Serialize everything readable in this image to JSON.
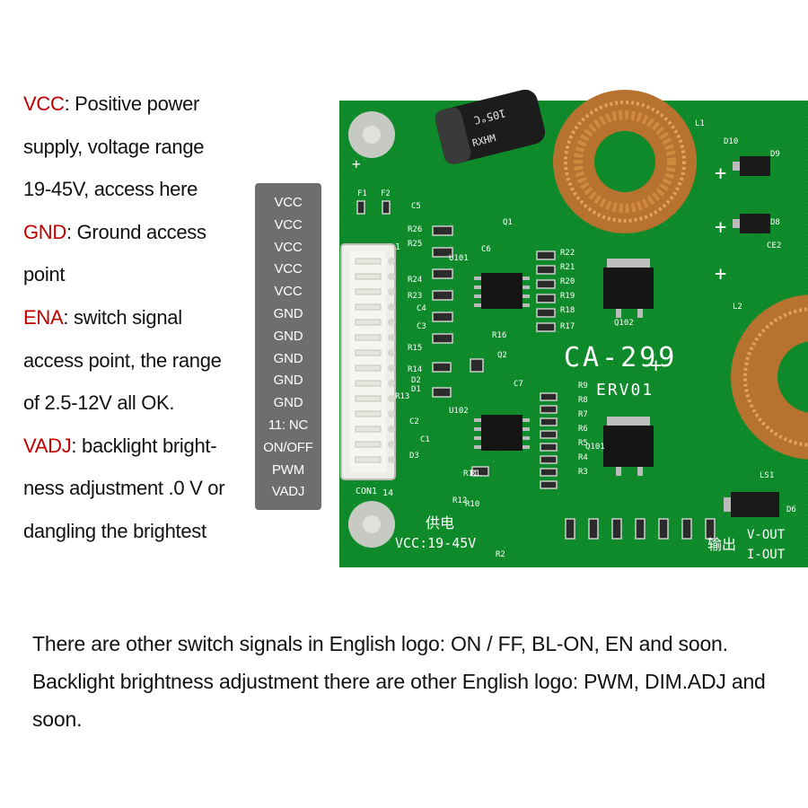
{
  "left_notes": {
    "lines": [
      {
        "term": "VCC",
        "text": ":  Positive power"
      },
      {
        "term": "",
        "text": "supply, voltage range"
      },
      {
        "term": "",
        "text": "19-45V, access here"
      },
      {
        "term": "GND",
        "text": ": Ground access"
      },
      {
        "term": "",
        "text": "point"
      },
      {
        "term": "ENA",
        "text": ":  switch signal"
      },
      {
        "term": "",
        "text": "access point, the range"
      },
      {
        "term": "",
        "text": "of 2.5-12V all OK."
      },
      {
        "term": "VADJ",
        "text": ":  backlight bright-"
      },
      {
        "term": "",
        "text": "ness adjustment .0 V or"
      },
      {
        "term": "",
        "text": "dangling the brightest"
      }
    ],
    "term_color": "#c00000"
  },
  "pinout": {
    "pins": [
      "VCC",
      "VCC",
      "VCC",
      "VCC",
      "VCC",
      "GND",
      "GND",
      "GND",
      "GND",
      "GND",
      "11:  NC",
      "ON/OFF",
      "PWM",
      "VADJ"
    ]
  },
  "board": {
    "model": "CA-299",
    "revision": "ERV01",
    "supply_cn": "供电",
    "supply_label": "VCC:19-45V",
    "output_cn": "输出",
    "v_out": "V-OUT",
    "i_out": "I-OUT",
    "connector": "CON1",
    "pin1": "1",
    "pin14": "14",
    "cap_rating": "105°C",
    "cap_brand": "RXHM",
    "refs": [
      "F1",
      "F2",
      "C5",
      "C6",
      "C7",
      "R15",
      "R14",
      "R16",
      "R12",
      "R10",
      "R11",
      "R22",
      "R21",
      "R20",
      "R19",
      "R18",
      "R17",
      "Q1",
      "Q2",
      "Q101",
      "Q102",
      "U101",
      "U102",
      "D8",
      "D9",
      "D10",
      "D6",
      "L1",
      "L2",
      "CE2",
      "LS1",
      "R26",
      "R25",
      "R24",
      "R23",
      "R13",
      "C4",
      "C3",
      "C1",
      "C2",
      "D1",
      "D2",
      "D3",
      "R9",
      "R8",
      "R7",
      "R6",
      "R5",
      "R4",
      "R3",
      "R2",
      "R1"
    ],
    "plus_sign": "+",
    "colors": {
      "pcb": "#0e8a2a",
      "silk": "#ffffff",
      "copper": "#c8803a"
    }
  },
  "bottom_notes": {
    "paragraphs": [
      "There are other switch signals in English logo: ON / FF, BL-ON, EN and soon.",
      "Backlight brightness adjustment there are other English logo: PWM, DIM.ADJ and soon."
    ]
  }
}
